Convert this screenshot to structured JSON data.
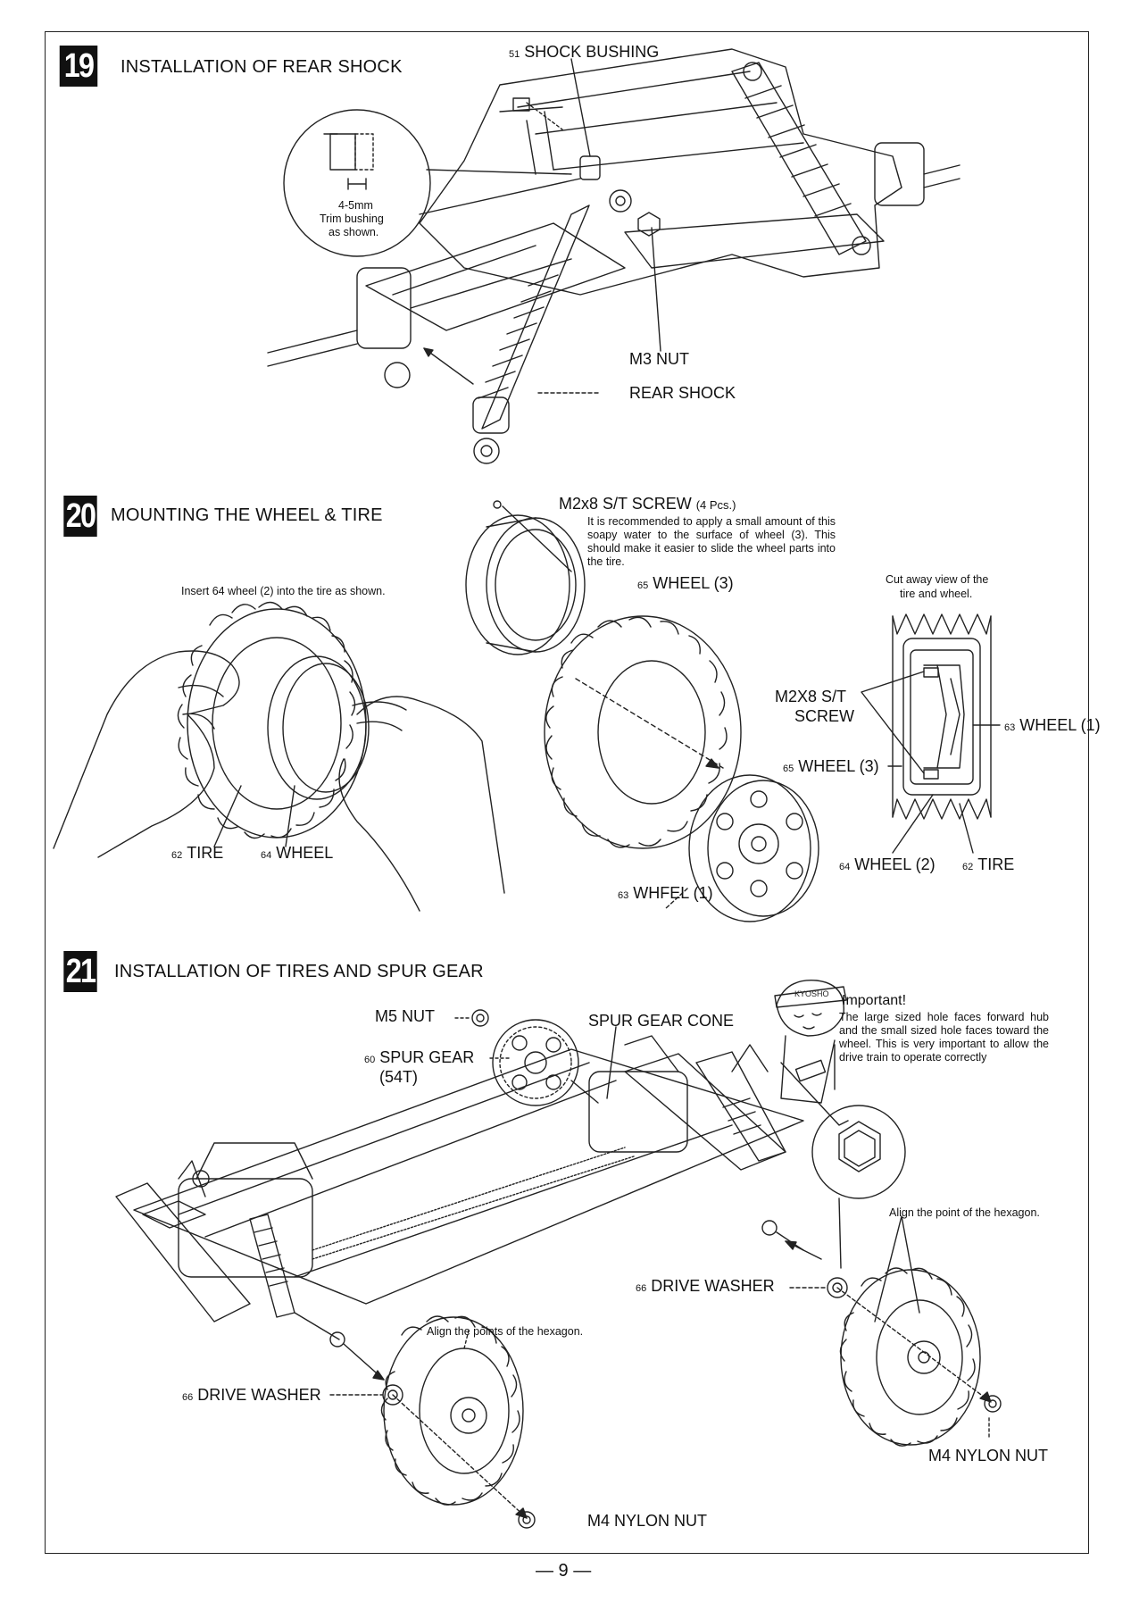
{
  "step19": {
    "number": "19",
    "title": "INSTALLATION OF REAR SHOCK",
    "labels": {
      "shock_bushing_num": "51",
      "shock_bushing": "SHOCK BUSHING",
      "m3_nut": "M3 NUT",
      "rear_shock": "REAR SHOCK"
    },
    "callout": {
      "measure": "4-5mm",
      "text1": "Trim bushing",
      "text2": "as shown."
    }
  },
  "step20": {
    "number": "20",
    "title": "MOUNTING THE WHEEL & TIRE",
    "instruction": "Insert 64 wheel (2) into the tire as shown.",
    "screw_label": "M2x8 S/T SCREW",
    "screw_qty": "(4 Pcs.)",
    "screw_note": "It is recommended to apply a small amount of this soapy water to the surface of wheel (3). This should make it easier to slide the wheel parts into the tire.",
    "labels": {
      "wheel3_num": "65",
      "wheel3": "WHEEL (3)",
      "tire_num": "62",
      "tire": "TIRE",
      "wheel_num": "64",
      "wheel": "WHEEL",
      "wheel1_num": "63",
      "wheel1": "WHFEL (1)"
    },
    "cutaway": {
      "caption1": "Cut away view of the",
      "caption2": "tire and wheel.",
      "screw1": "M2X8 S/T",
      "screw2": "SCREW",
      "wheel1_num": "63",
      "wheel1": "WHEEL (1)",
      "wheel3_num": "65",
      "wheel3": "WHEEL (3)",
      "wheel2_num": "64",
      "wheel2": "WHEEL (2)",
      "tire_num": "62",
      "tire": "TIRE"
    }
  },
  "step21": {
    "number": "21",
    "title": "INSTALLATION OF TIRES AND SPUR GEAR",
    "labels": {
      "m5_nut": "M5 NUT",
      "spur_gear_num": "60",
      "spur_gear": "SPUR GEAR",
      "spur_gear_teeth": "(54T)",
      "spur_gear_cone": "SPUR GEAR CONE",
      "drive_washer_num": "66",
      "drive_washer": "DRIVE WASHER",
      "drive_washer2_num": "66",
      "drive_washer2": "DRIVE WASHER",
      "align_points": "Align the points of the hexagon.",
      "align_point": "Align the point of the hexagon.",
      "m4_nylon_nut": "M4 NYLON NUT",
      "m4_nylon_nut2": "M4 NYLON NUT"
    },
    "important": {
      "heading": "Important!",
      "text": "The large sized hole faces forward hub and the small sized hole faces toward the wheel. This is very important to allow the drive train to operate correctly"
    }
  },
  "footer": {
    "page_number": "— 9 —"
  }
}
